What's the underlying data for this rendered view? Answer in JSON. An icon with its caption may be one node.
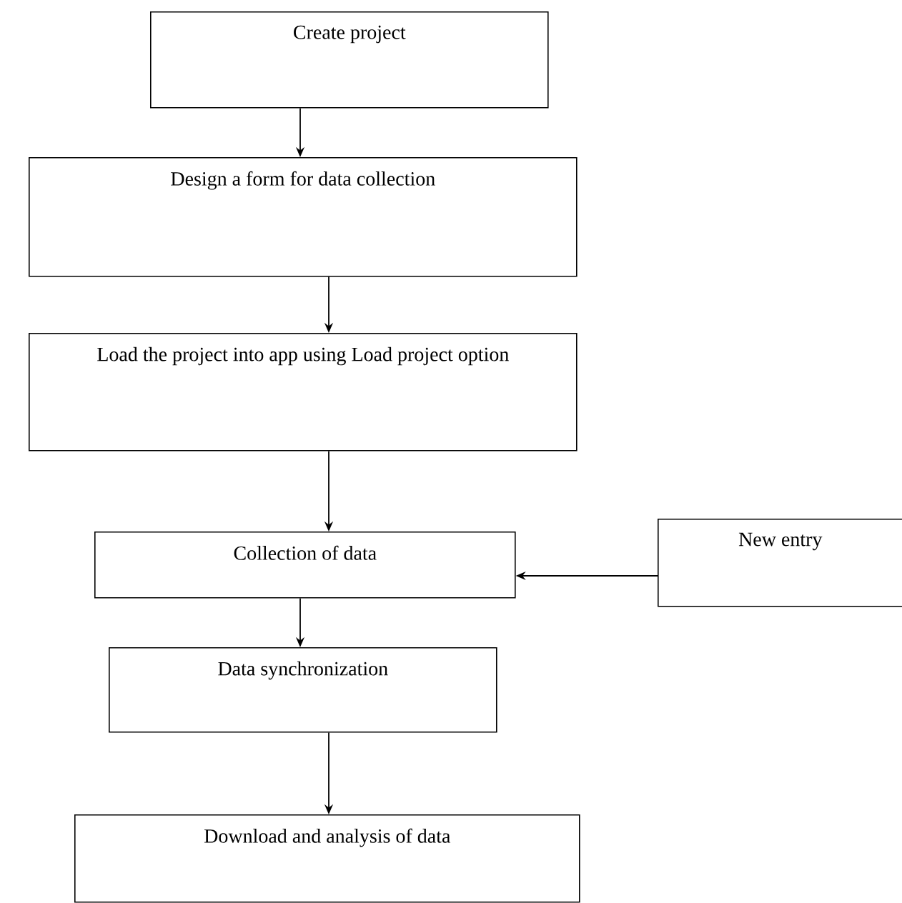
{
  "diagram": {
    "nodes": [
      {
        "text": [
          "Create project"
        ]
      },
      {
        "text": [
          "Design a form for data collection"
        ]
      },
      {
        "text": [
          "Load the project into app using Load project option"
        ]
      },
      {
        "text": [
          "Collection of data"
        ]
      },
      {
        "text": [
          "New entry"
        ]
      },
      {
        "text": [
          "Data synchronization"
        ]
      },
      {
        "text": [
          "Download and analysis of data"
        ]
      }
    ],
    "edges": [
      {
        "from": 0,
        "to": 1,
        "arrow": "to"
      },
      {
        "from": 1,
        "to": 2,
        "arrow": "to"
      },
      {
        "from": 2,
        "to": 3,
        "arrow": "to"
      },
      {
        "from": 4,
        "to": 3,
        "arrow": "to"
      },
      {
        "from": 3,
        "to": 5,
        "arrow": "to"
      },
      {
        "from": 5,
        "to": 6,
        "arrow": "to"
      }
    ]
  }
}
